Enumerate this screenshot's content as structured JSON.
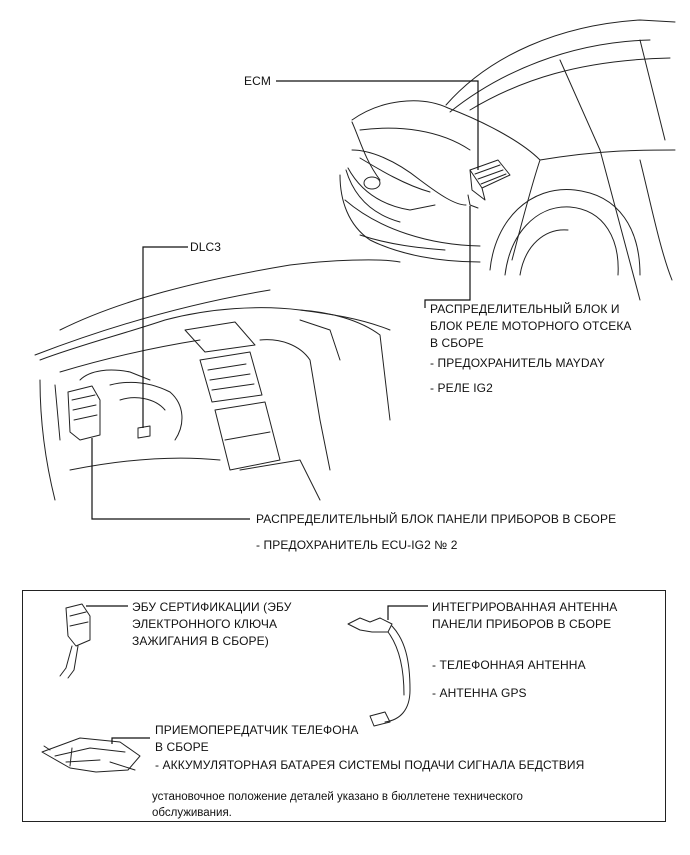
{
  "top_labels": {
    "ecm": "ECM",
    "dlc3": "DLC3",
    "engine_block": [
      "РАСПРЕДЕЛИТЕЛЬНЫЙ БЛОК И",
      "БЛОК РЕЛЕ МОТОРНОГО ОТСЕКА",
      "В СБОРЕ"
    ],
    "engine_items": [
      "- ПРЕДОХРАНИТЕЛЬ MAYDAY",
      "- РЕЛЕ IG2"
    ],
    "panel_block": "РАСПРЕДЕЛИТЕЛЬНЫЙ БЛОК ПАНЕЛИ ПРИБОРОВ В СБОРЕ",
    "panel_items": [
      "- ПРЕДОХРАНИТЕЛЬ ECU-IG2 № 2"
    ]
  },
  "box": {
    "cert_ecu": [
      "ЭБУ СЕРТИФИКАЦИИ (ЭБУ",
      "ЭЛЕКТРОННОГО КЛЮЧА",
      "ЗАЖИГАНИЯ В СБОРЕ)"
    ],
    "antenna": [
      "ИНТЕГРИРОВАННАЯ АНТЕННА",
      "ПАНЕЛИ ПРИБОРОВ В СБОРЕ"
    ],
    "antenna_items": [
      "- ТЕЛЕФОННАЯ АНТЕННА",
      "- АНТЕННА GPS"
    ],
    "transceiver": [
      "ПРИЕМОПЕРЕДАТЧИК ТЕЛЕФОНА",
      "В СБОРЕ"
    ],
    "transceiver_items": [
      "- АККУМУЛЯТОРНАЯ БАТАРЕЯ СИСТЕМЫ ПОДАЧИ СИГНАЛА БЕДСТВИЯ"
    ],
    "note": [
      "установочное положение деталей указано в бюллетене технического",
      "обслуживания."
    ]
  }
}
